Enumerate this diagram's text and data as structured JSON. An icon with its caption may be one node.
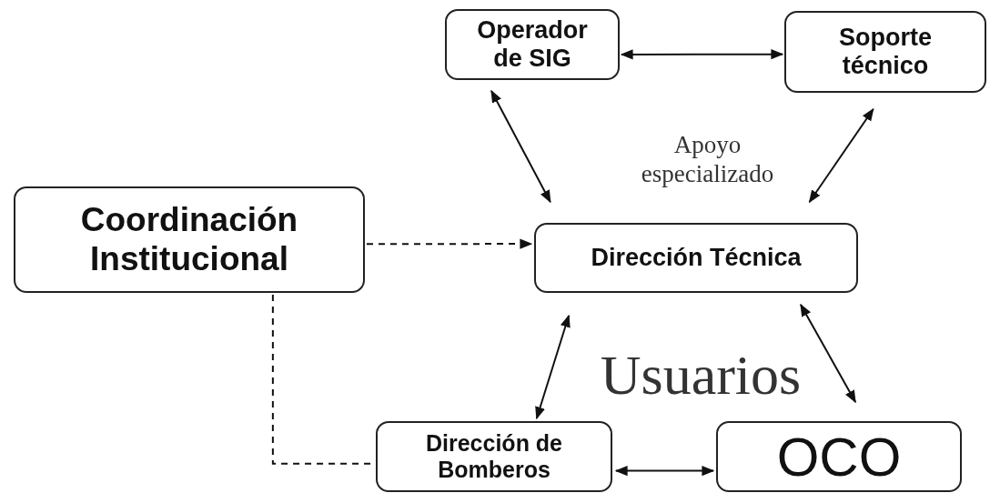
{
  "diagram": {
    "nodes": [
      {
        "text": [
          "Operador de SIG"
        ]
      },
      {
        "text": [
          "Soporte técnico"
        ]
      },
      {
        "text": [
          "Coordinación Institucional"
        ]
      },
      {
        "text": [
          "Dirección Técnica"
        ]
      },
      {
        "text": [
          "Dirección de Bomberos"
        ]
      },
      {
        "text": [
          "OCO"
        ]
      }
    ],
    "edges": [
      {
        "from": 0,
        "to": 1,
        "arrow": "both"
      },
      {
        "from": 0,
        "to": 3,
        "arrow": "both"
      },
      {
        "from": 1,
        "to": 3,
        "arrow": "both"
      },
      {
        "from": 2,
        "to": 3,
        "arrow": "to",
        "style": "dashed"
      },
      {
        "from": 2,
        "to": 4,
        "arrow": "none",
        "style": "dashed"
      },
      {
        "from": 3,
        "to": 4,
        "arrow": "both"
      },
      {
        "from": 3,
        "to": 5,
        "arrow": "both"
      },
      {
        "from": 4,
        "to": 5,
        "arrow": "both"
      }
    ],
    "labels": [
      "Apoyo especializado",
      "Usuarios"
    ]
  }
}
